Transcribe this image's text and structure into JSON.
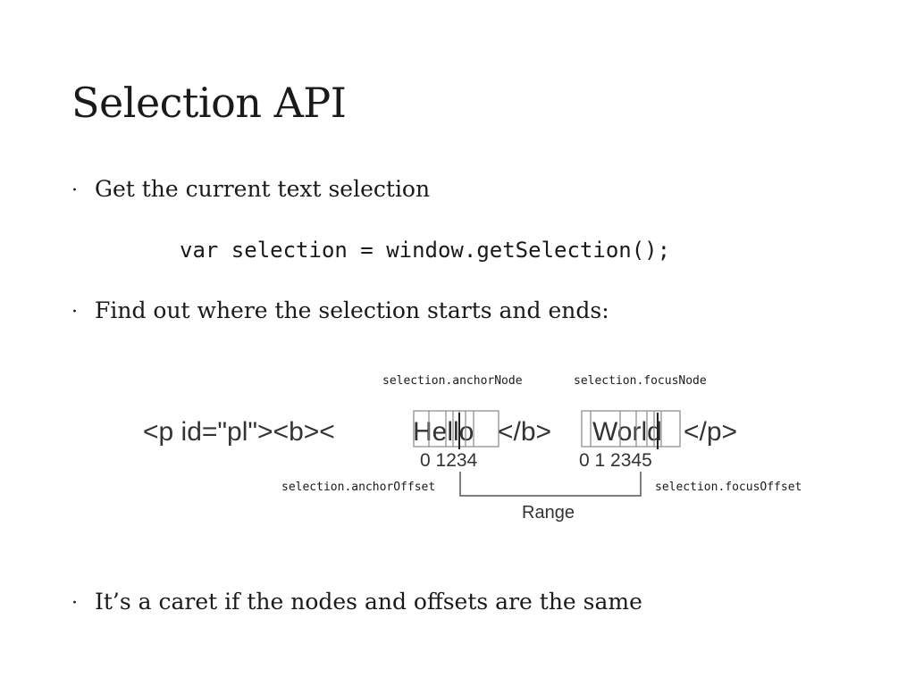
{
  "slide": {
    "title": "Selection API",
    "bullets": [
      "Get the current text selection",
      "Find out where the selection starts and ends:",
      "It’s a caret if the nodes and offsets are the same"
    ],
    "code": "var selection = window.getSelection();"
  },
  "diagram": {
    "markup_parts": [
      "<p id=\"pl\"><b><",
      "Hello",
      "</b>",
      "World",
      "</p>"
    ],
    "hello_indices": "0 1234",
    "world_indices": "0 1 2345",
    "range_label": "Range",
    "labels": {
      "anchor_node": "selection.anchorNode",
      "focus_node": "selection.focusNode",
      "anchor_offset": "selection.anchorOffset",
      "focus_offset": "selection.focusOffset"
    }
  },
  "colors": {
    "text": "#1a1a1a",
    "diagram_text": "#333333",
    "box_stroke": "#888888"
  }
}
